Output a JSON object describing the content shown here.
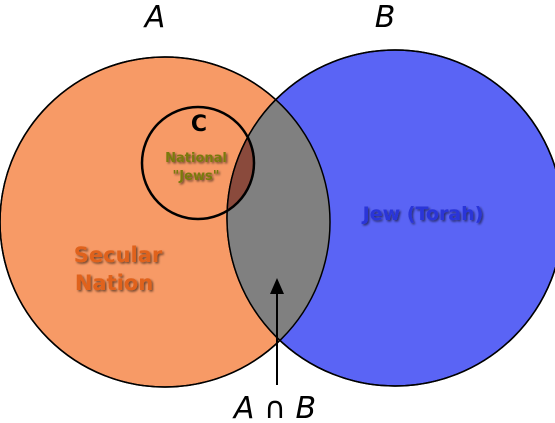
{
  "sets": {
    "a": {
      "letter": "A",
      "label_line1": "Secular",
      "label_line2": "Nation",
      "fill": "#f79a66"
    },
    "b": {
      "letter": "B",
      "label": "Jew (Torah)",
      "fill": "#5a64f5"
    },
    "c": {
      "letter": "C",
      "label_line1": "National",
      "label_line2": "\"Jews\""
    }
  },
  "intersection": {
    "label": "A ∩ B",
    "fill": "#808080"
  },
  "colors": {
    "secular_text": "#e0621a",
    "national_text": "#7a7a10",
    "jew_text": "#2a34d8",
    "overlap_c_fill": "#8a4a3c",
    "outline": "#000000"
  }
}
